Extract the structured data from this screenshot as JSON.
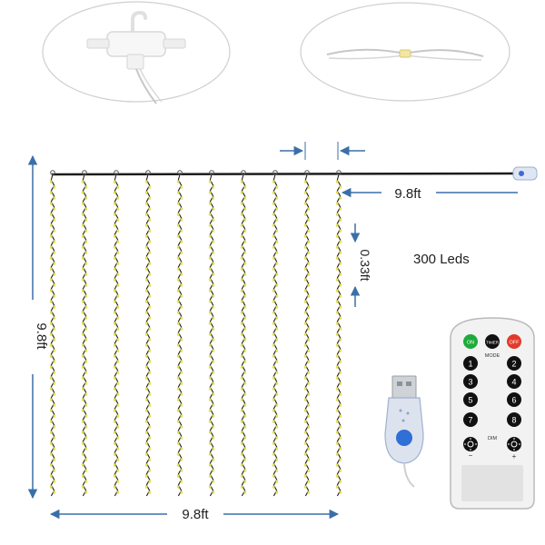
{
  "labels": {
    "top_width": "9.8ft",
    "height": "9.8ft",
    "bottom_width": "9.8ft",
    "spacing": "0.33ft",
    "led_count": "300 Leds"
  },
  "remote": {
    "on": "ON",
    "timer": "TIMER",
    "off": "OFF",
    "mode": "MODE",
    "dim": "DIM",
    "keys": [
      "1",
      "2",
      "3",
      "4",
      "5",
      "6",
      "7",
      "8"
    ],
    "minus": "−",
    "plus": "+"
  },
  "colors": {
    "led": "#e6df5a",
    "wire": "#1c1c1c",
    "arrow": "#3b6fa8",
    "remote_body": "#f2f2f2",
    "key": "#111111",
    "btn_on": "#1faa3b",
    "btn_off": "#e23a2a"
  },
  "icons": [
    "hook-connector-icon",
    "wire-joint-icon",
    "usb-plug-icon",
    "remote-control-icon",
    "sun-dim-icon"
  ]
}
